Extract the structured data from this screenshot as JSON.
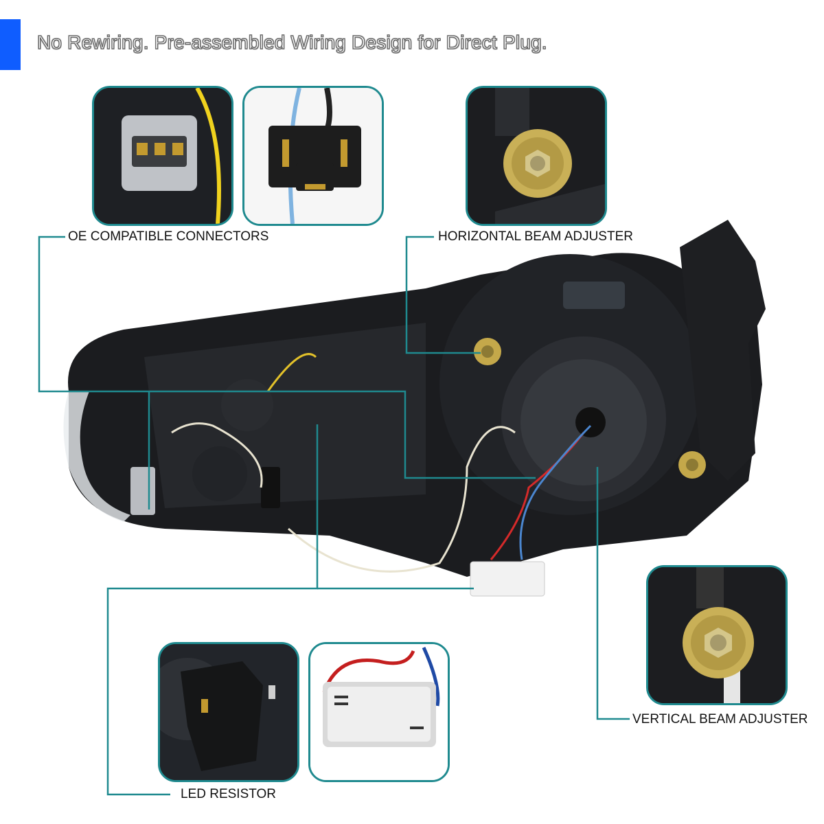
{
  "header": {
    "headline": "No Rewiring. Pre-assembled Wiring Design for Direct Plug."
  },
  "callouts": {
    "oe_connectors": "OE COMPATIBLE CONNECTORS",
    "horizontal_adjuster": "HORIZONTAL BEAM ADJUSTER",
    "vertical_adjuster": "VERTICAL BEAM ADJUSTER",
    "led_resistor": "LED RESISTOR"
  },
  "colors": {
    "accent": "#0f5dff",
    "frame": "#1f8a8f"
  }
}
